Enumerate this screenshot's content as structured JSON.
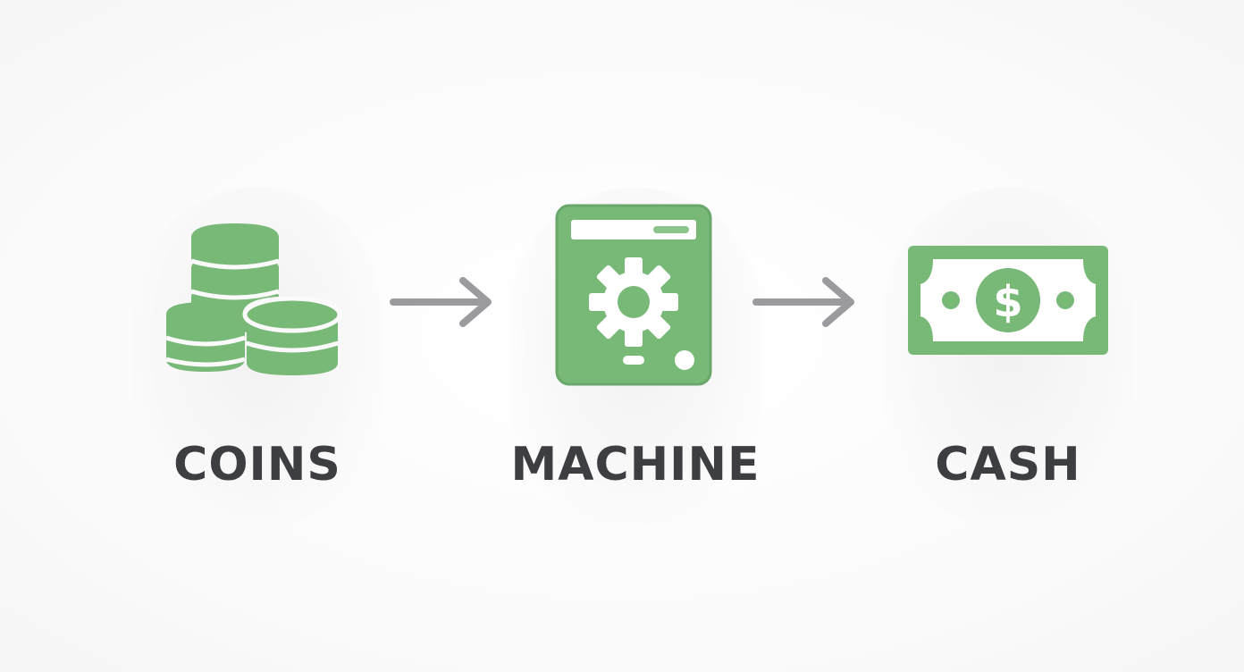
{
  "colors": {
    "icon_fill": "#78b978",
    "icon_fill_light": "#8cc58c",
    "icon_accent": "#ffffff",
    "arrow": "#9b9b9f",
    "label_text": "#3d3e42",
    "background": "#fafafa"
  },
  "steps": [
    {
      "label": "COINS",
      "icon": "coins-stack-icon"
    },
    {
      "label": "MACHINE",
      "icon": "coin-machine-gear-icon"
    },
    {
      "label": "CASH",
      "icon": "dollar-bill-icon"
    }
  ],
  "connectors": [
    {
      "icon": "arrow-right-icon"
    },
    {
      "icon": "arrow-right-icon"
    }
  ]
}
